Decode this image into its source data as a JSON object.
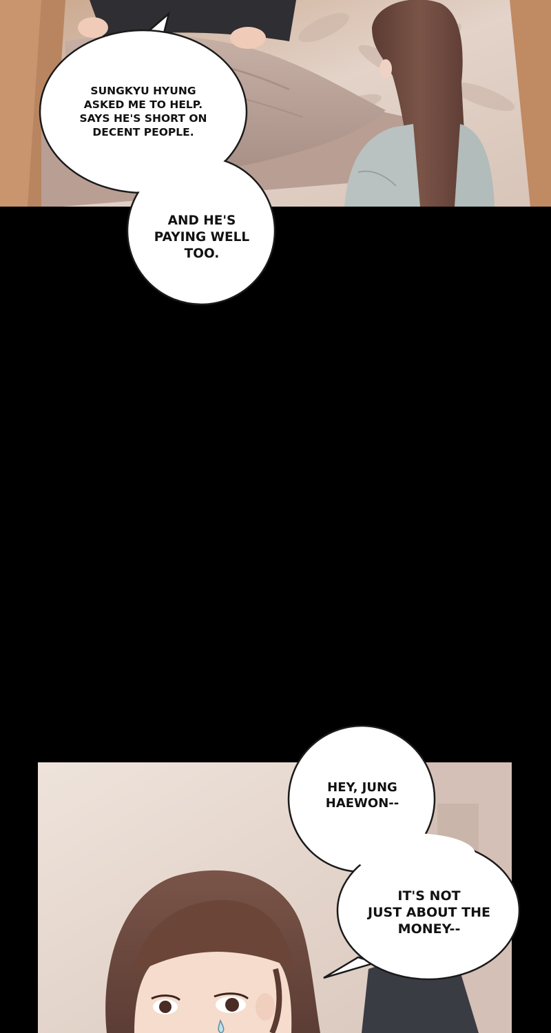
{
  "page": {
    "background": "#000000"
  },
  "colors": {
    "bubble_fill": "#ffffff",
    "bubble_stroke": "#1a1a1a",
    "text": "#111111",
    "hair": "#6e4a3f",
    "skin": "#f4ddcf",
    "wall": "#e6d6cc",
    "blanket": "#c9b4aa",
    "cardigan": "#b7c0bf"
  },
  "bubbles": [
    {
      "lines": [
        "SUNGKYU HYUNG",
        "ASKED ME TO HELP.",
        "SAYS HE'S SHORT ON",
        "DECENT PEOPLE."
      ]
    },
    {
      "lines": [
        "AND HE'S",
        "PAYING WELL",
        "TOO."
      ]
    },
    {
      "lines": [
        "HEY, JUNG",
        "HAEWON--"
      ]
    },
    {
      "lines": [
        "IT'S NOT",
        "JUST ABOUT THE",
        "MONEY--"
      ]
    }
  ]
}
